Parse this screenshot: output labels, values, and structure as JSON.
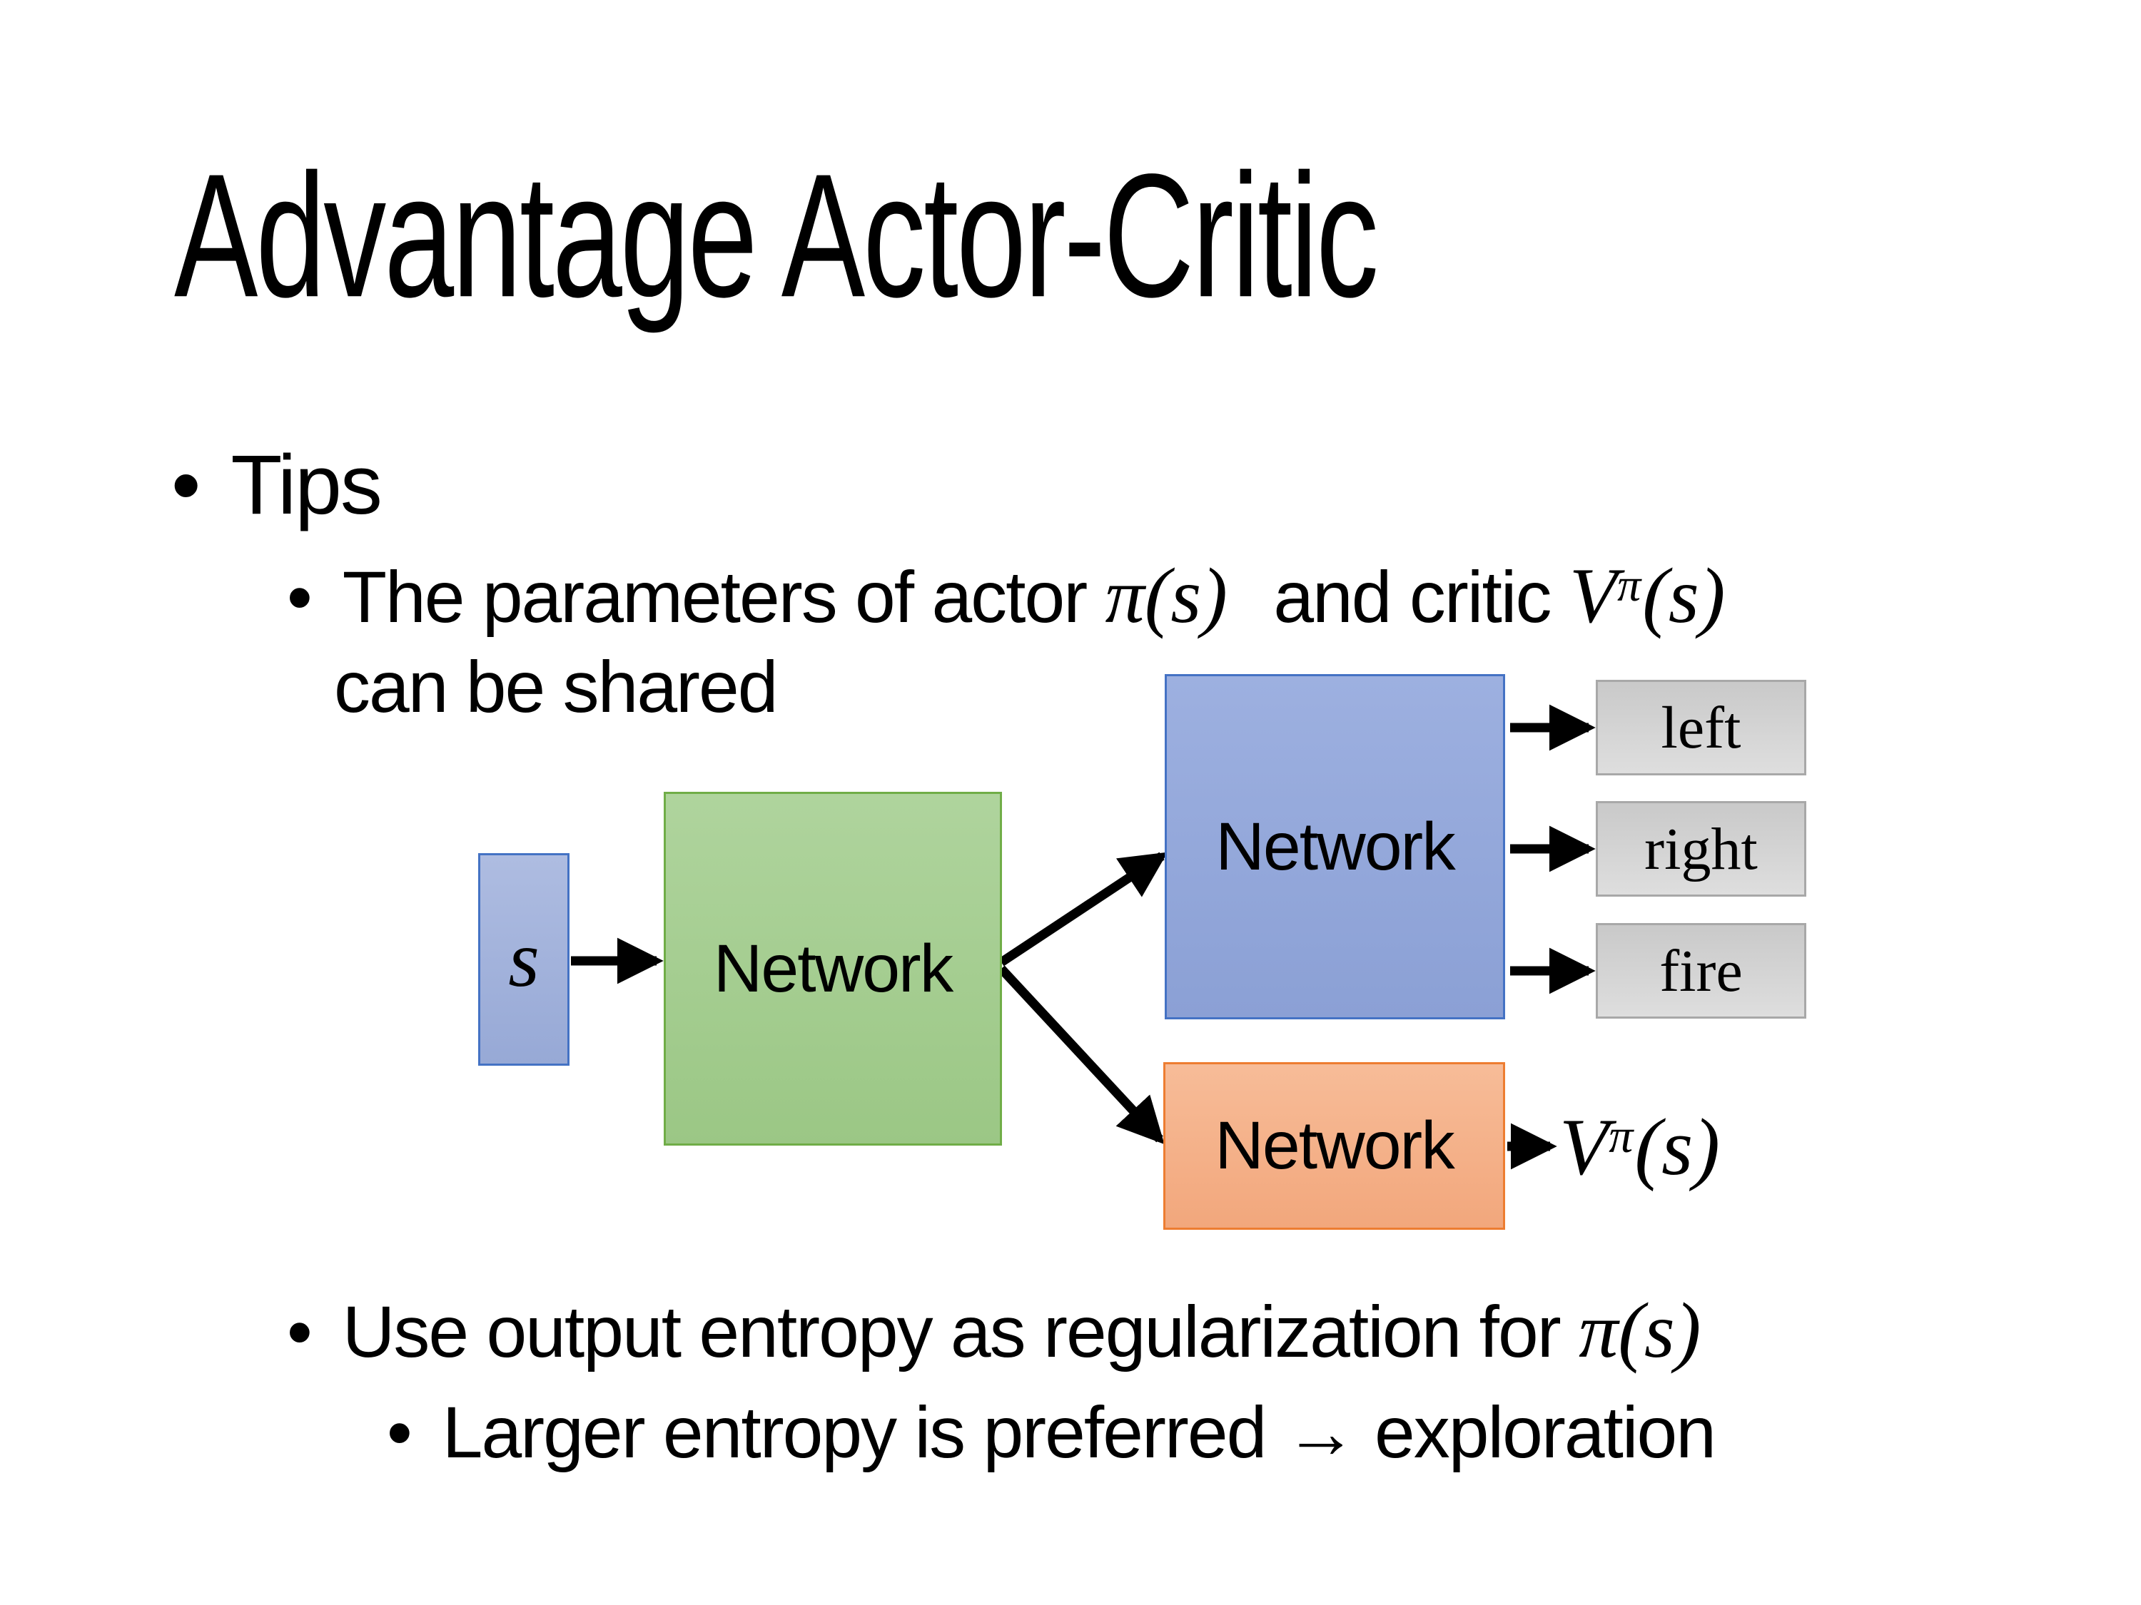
{
  "title": "Advantage Actor-Critic",
  "bullet_char": "•",
  "bullets": {
    "tips_label": "Tips",
    "param_line_pre": "The parameters of actor",
    "param_line_actor_math": "π(s)",
    "param_line_mid": "and critic",
    "param_line_critic_base": "V",
    "param_line_critic_sup": "π",
    "param_line_critic_arg": "(s)",
    "param_line_cont": "can be shared",
    "entropy_line_pre": "Use output entropy as regularization for",
    "entropy_line_math": "π(s)",
    "exploration_line": "Larger entropy is preferred → exploration"
  },
  "diagram": {
    "state_label": "s",
    "shared_network_label": "Network",
    "actor_network_label": "Network",
    "critic_network_label": "Network",
    "action_labels": [
      "left",
      "right",
      "fire"
    ],
    "value_base": "V",
    "value_sup": "π",
    "value_arg": "(s)",
    "colors": {
      "state_fill": "#A3B2DB",
      "actor_fill": "#93A7DA",
      "blue_border": "#4472C4",
      "shared_fill": "#A5CE92",
      "green_border": "#70AD47",
      "critic_fill": "#F4B08C",
      "orange_border": "#ED7D31",
      "action_fill": "#D2D2D2",
      "gray_border": "#A8A8A8",
      "arrow_color": "#000000"
    }
  }
}
